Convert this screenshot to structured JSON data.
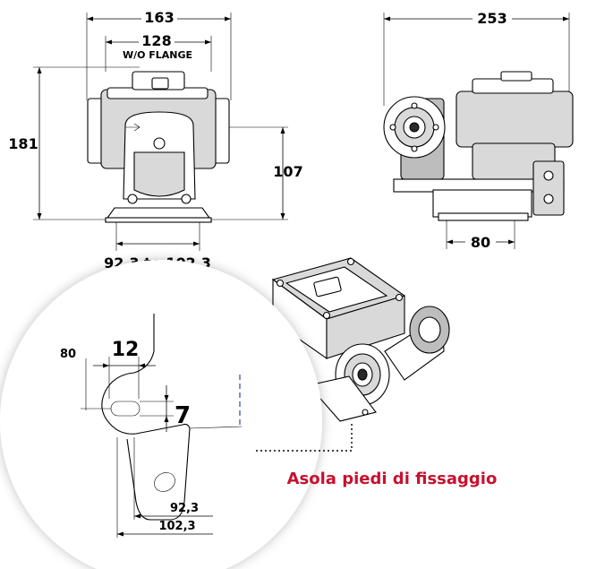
{
  "front_view": {
    "width_overall": "163",
    "width_no_flange": "128",
    "no_flange_note": "W/O FLANGE",
    "height_overall": "181",
    "axis_height": "107",
    "foot_span": "92.3 to 102.3"
  },
  "side_view": {
    "length_overall": "253",
    "foot_length": "80"
  },
  "detail": {
    "ref_80": "80",
    "slot_width": "12",
    "slot_height": "7",
    "span_min": "92,3",
    "span_max": "102,3",
    "caption": "Asola piedi di fissaggio",
    "caption_color": "#c8102e"
  }
}
